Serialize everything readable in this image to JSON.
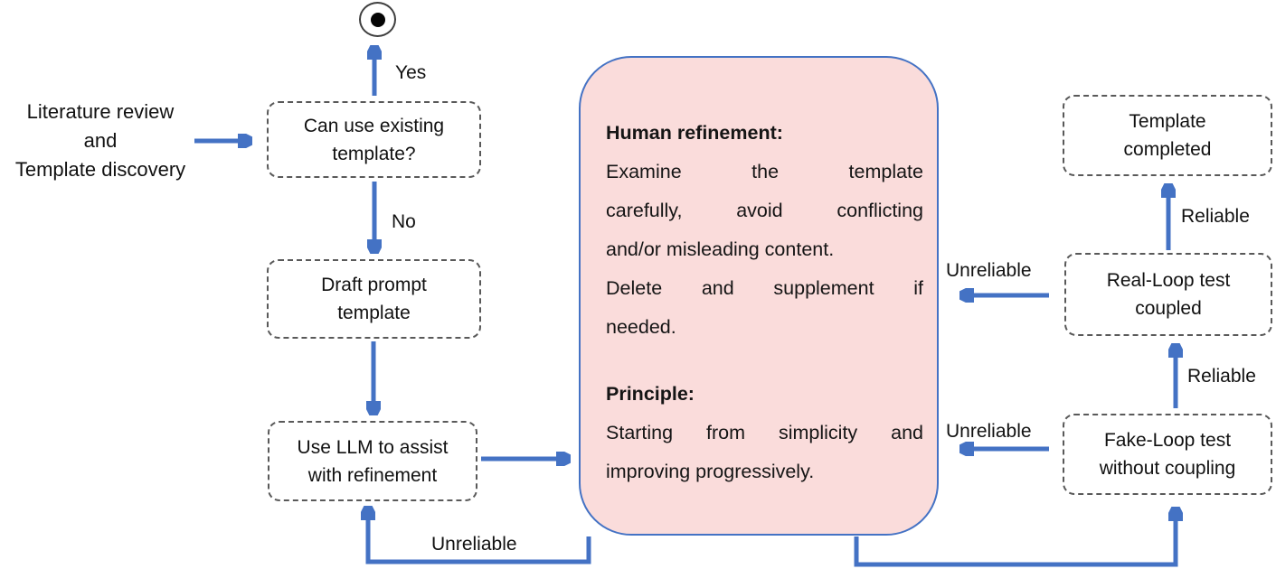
{
  "colors": {
    "arrow_blue": "#4472c4",
    "panel_fill": "#fadcdb",
    "panel_border": "#4472c4",
    "dashed_box_border": "#595959",
    "start_node_border": "#3f3f3f",
    "start_node_dot": "#050505",
    "text": "#1a1a1a"
  },
  "left_label": {
    "lines": [
      "Literature review",
      "and",
      "Template discovery"
    ]
  },
  "nodes": {
    "can_use": {
      "lines": [
        "Can use existing",
        "template?"
      ]
    },
    "draft": {
      "lines": [
        "Draft prompt",
        "template"
      ]
    },
    "use_llm": {
      "lines": [
        "Use LLM to assist",
        "with refinement"
      ]
    },
    "completed": {
      "lines": [
        "Template",
        "completed"
      ]
    },
    "real_loop": {
      "lines": [
        "Real-Loop test",
        "coupled"
      ]
    },
    "fake_loop": {
      "lines": [
        "Fake-Loop test",
        "without coupling"
      ]
    }
  },
  "refinement_panel": {
    "lines": [
      {
        "text": "Human refinement:",
        "style": "bold"
      },
      {
        "text": "Examine the template",
        "style": "stretch"
      },
      {
        "text": "carefully, avoid conflicting",
        "style": "stretch"
      },
      {
        "text": "and/or misleading content.",
        "style": "plain"
      },
      {
        "text": "Delete and supplement if",
        "style": "stretch"
      },
      {
        "text": "needed.",
        "style": "plain"
      },
      {
        "text": "",
        "style": "blank"
      },
      {
        "text": "Principle:",
        "style": "bold"
      },
      {
        "text": "Starting from simplicity and",
        "style": "stretch"
      },
      {
        "text": "improving progressively.",
        "style": "plain"
      }
    ]
  },
  "edge_labels": {
    "yes": "Yes",
    "no": "No",
    "reliable_top": "Reliable",
    "reliable_mid": "Reliable",
    "unreliable_real": "Unreliable",
    "unreliable_fake": "Unreliable",
    "unreliable_bottom": "Unreliable"
  }
}
